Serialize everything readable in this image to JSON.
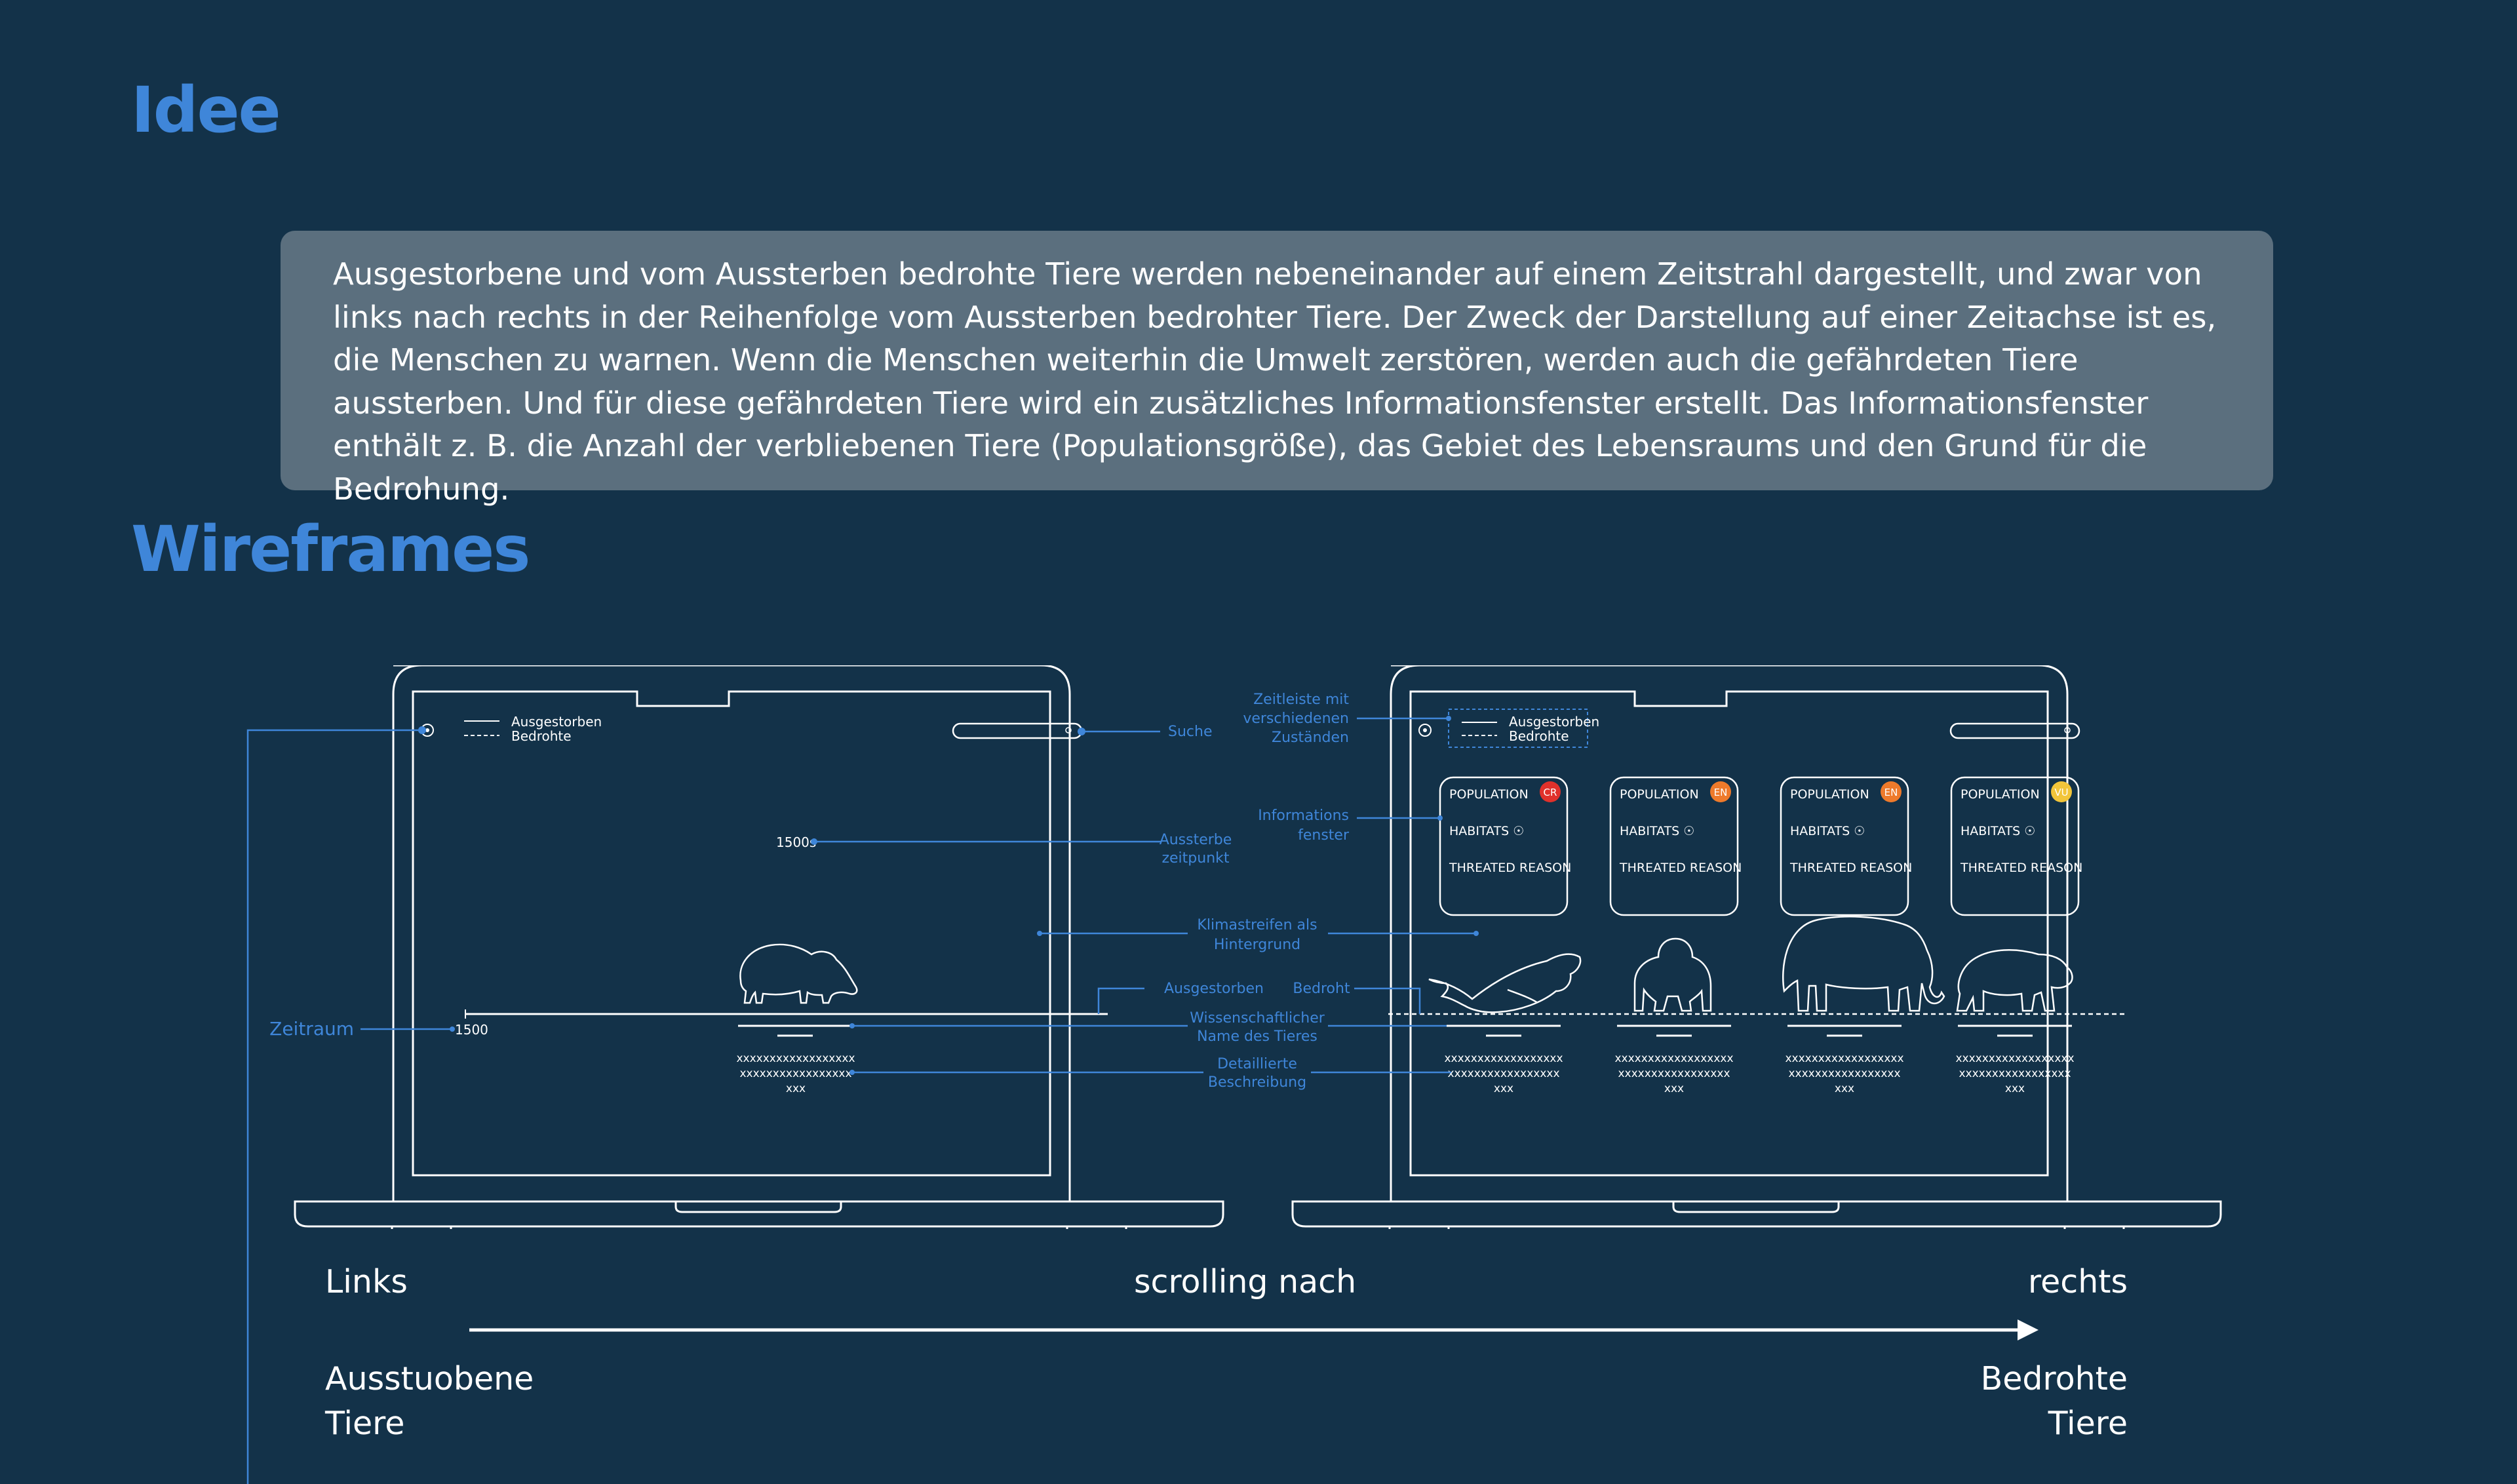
{
  "headings": {
    "idee": "Idee",
    "wireframes": "Wireframes"
  },
  "idea_text": "Ausgestorbene und vom Aussterben bedrohte Tiere werden nebeneinander auf einem Zeitstrahl dargestellt, und zwar von links nach rechts in der Reihenfolge vom Aussterben bedrohter Tiere. Der Zweck der Darstellung auf einer Zeitachse ist es, die Menschen zu warnen. Wenn die Menschen weiterhin die Umwelt zerstören, werden auch die gefährdeten Tiere aussterben. Und für diese gefährdeten Tiere wird ein zusätzliches Informationsfenster erstellt. Das Informationsfenster enthält z. B. die Anzahl der verbliebenen Tiere (Populationsgröße), das Gebiet des Lebensraums und den Grund für die Bedrohung.",
  "left_screen": {
    "legend_extinct": "Ausgestorben",
    "legend_threatened": "Bedrohte",
    "year_label": "1500s",
    "timeline_start": "1500",
    "desc_lines": [
      "xxxxxxxxxxxxxxxxxx",
      "xxxxxxxxxxxxxxxxx",
      "xxx"
    ]
  },
  "right_screen": {
    "legend_extinct": "Ausgestorben",
    "legend_threatened": "Bedrohte",
    "cards": [
      {
        "population": "POPULATION",
        "badge": "CR",
        "badge_color": "#e0312b",
        "habitats": "HABITATS ☉",
        "reason": "THREATED REASON"
      },
      {
        "population": "POPULATION",
        "badge": "EN",
        "badge_color": "#ee7a2b",
        "habitats": "HABITATS ☉",
        "reason": "THREATED REASON"
      },
      {
        "population": "POPULATION",
        "badge": "EN",
        "badge_color": "#ee7a2b",
        "habitats": "HABITATS ☉",
        "reason": "THREATED REASON"
      },
      {
        "population": "POPULATION",
        "badge": "VU",
        "badge_color": "#f2c53a",
        "habitats": "HABITATS ☉",
        "reason": "THREATED REASON"
      }
    ],
    "desc_lines": [
      "xxxxxxxxxxxxxxxxxx",
      "xxxxxxxxxxxxxxxxx",
      "xxx"
    ]
  },
  "annotations": {
    "suche": "Suche",
    "aussterbe_1": "Aussterbe",
    "aussterbe_2": "zeitpunkt",
    "klima_1": "Klimastreifen als",
    "klima_2": "Hintergrund",
    "ausgestorben": "Ausgestorben",
    "bedroht": "Bedroht",
    "wiss_1": "Wissenschaftlicher",
    "wiss_2": "Name des Tieres",
    "detail_1": "Detaillierte",
    "detail_2": "Beschreibung",
    "zeitraum": "Zeitraum",
    "zeitleiste_1": "Zeitleiste mit",
    "zeitleiste_2": "verschiedenen",
    "zeitleiste_3": "Zuständen",
    "info_1": "Informations",
    "info_2": "fenster"
  },
  "scroll": {
    "links": "Links",
    "nach": "scrolling nach",
    "rechts": "rechts",
    "left_1": "Ausstuobene",
    "left_2": "Tiere",
    "right_1": "Bedrohte",
    "right_2": "Tiere"
  },
  "colors": {
    "background": "#133249",
    "accent": "#3f86d9",
    "box": "#5b6f7e",
    "line": "#ffffff"
  }
}
